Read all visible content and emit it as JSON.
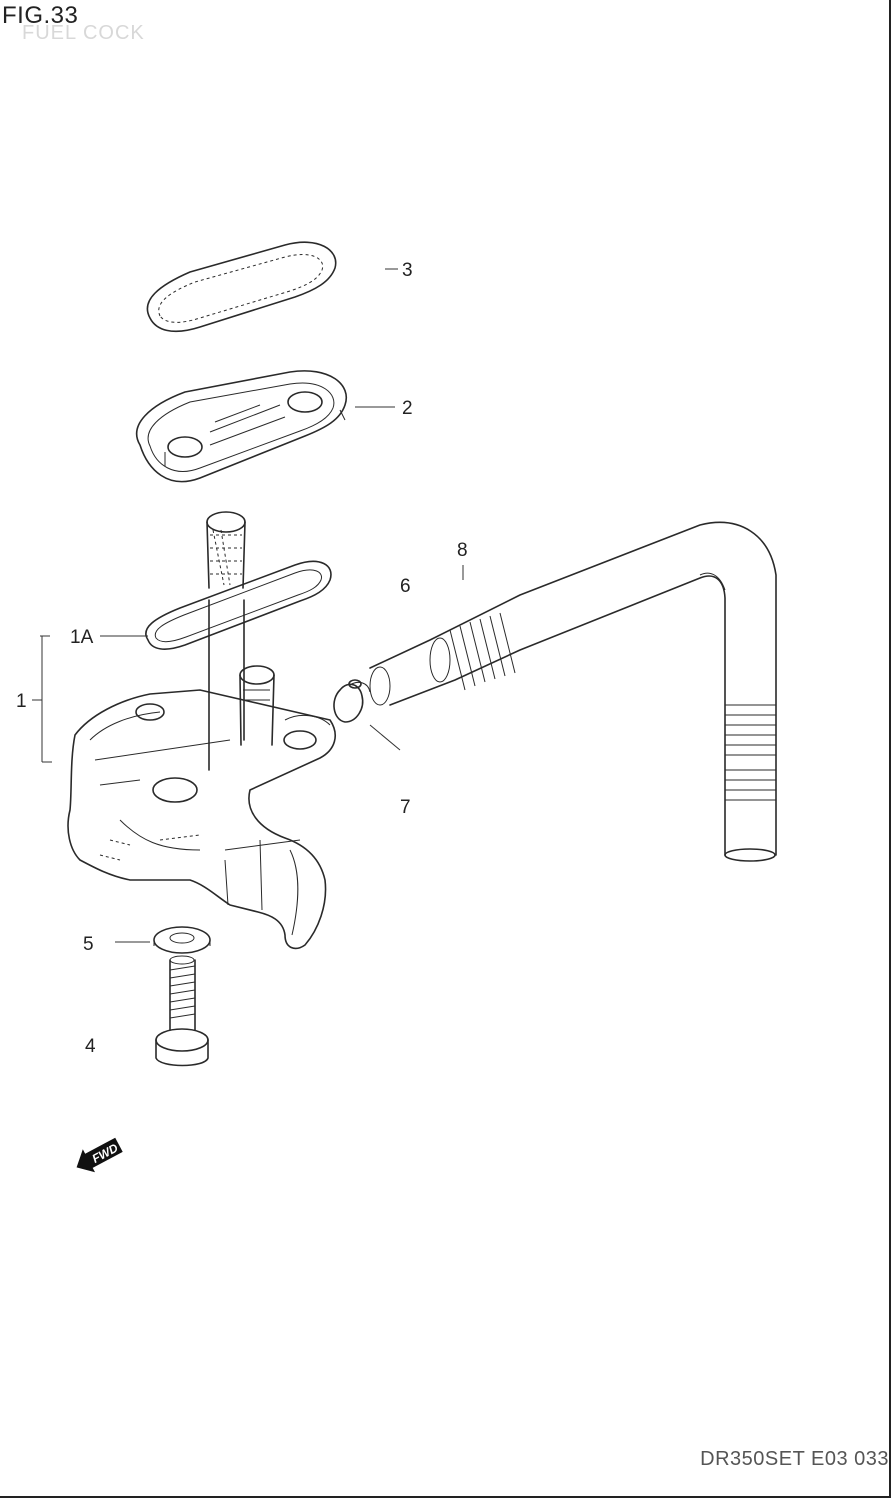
{
  "figure": {
    "title": "FIG.33",
    "subtitle": "FUEL COCK",
    "footer_code": "DR350SET E03  033"
  },
  "callouts": [
    {
      "id": "c3",
      "label": "3"
    },
    {
      "id": "c2",
      "label": "2"
    },
    {
      "id": "c8",
      "label": "8"
    },
    {
      "id": "c6",
      "label": "6"
    },
    {
      "id": "c1A",
      "label": "1A"
    },
    {
      "id": "c1",
      "label": "1"
    },
    {
      "id": "c7",
      "label": "7"
    },
    {
      "id": "c5",
      "label": "5"
    },
    {
      "id": "c4",
      "label": "4"
    }
  ],
  "fwd_arrow": {
    "label": "FWD"
  }
}
